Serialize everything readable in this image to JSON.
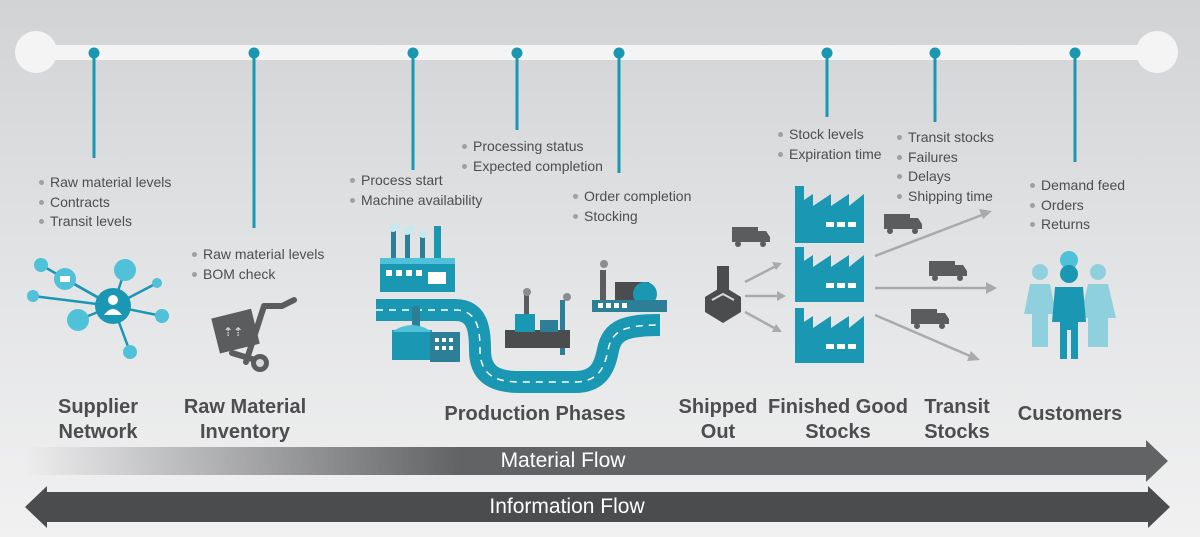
{
  "colors": {
    "teal": "#1a97b2",
    "teal_light": "#4fc1d8",
    "timeline_bar": "#f4f4f5",
    "dark_gray": "#4b4c4e",
    "arrow_gray": "#626365",
    "text_gray": "#4d4d4f"
  },
  "annotations": {
    "supplier": [
      "Raw material levels",
      "Contracts",
      "Transit levels"
    ],
    "raw_inventory": [
      "Raw material levels",
      "BOM check"
    ],
    "process": [
      "Process start",
      "Machine availability"
    ],
    "processing": [
      "Processing status",
      "Expected completion"
    ],
    "order": [
      "Order completion",
      "Stocking"
    ],
    "stock": [
      "Stock levels",
      "Expiration time"
    ],
    "transit": [
      "Transit stocks",
      "Failures",
      "Delays",
      "Shipping time"
    ],
    "customers": [
      "Demand feed",
      "Orders",
      "Returns"
    ]
  },
  "stages": {
    "supplier_network": "Supplier\nNetwork",
    "raw_material_inventory": "Raw Material\nInventory",
    "production_phases": "Production Phases",
    "shipped_out": "Shipped\nOut",
    "finished_good_stocks": "Finished Good\nStocks",
    "transit_stocks": "Transit\nStocks",
    "customers": "Customers"
  },
  "flows": {
    "material": "Material Flow",
    "information": "Information Flow"
  }
}
